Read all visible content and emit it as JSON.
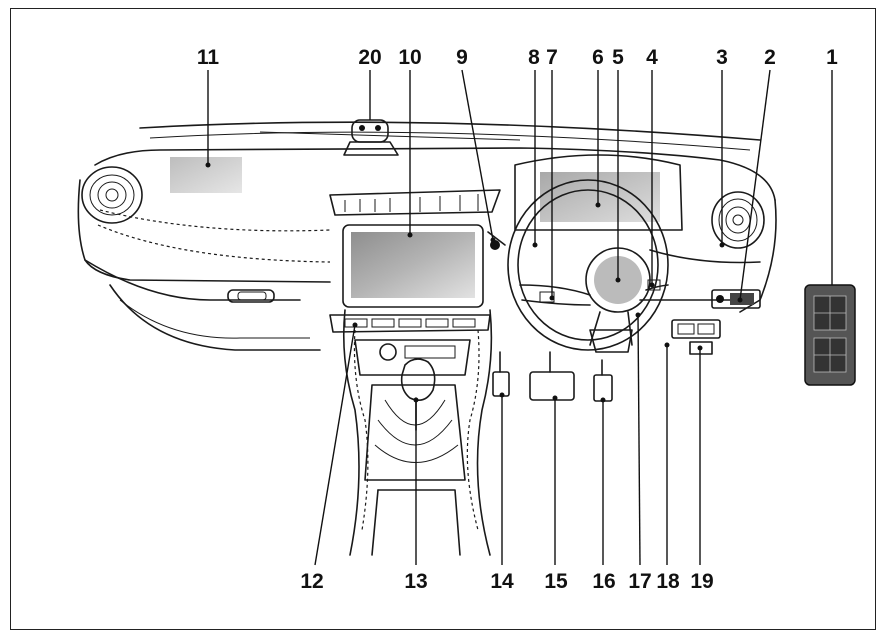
{
  "callouts": [
    {
      "id": "c1",
      "label": "1"
    },
    {
      "id": "c2",
      "label": "2"
    },
    {
      "id": "c3",
      "label": "3"
    },
    {
      "id": "c4",
      "label": "4"
    },
    {
      "id": "c5",
      "label": "5"
    },
    {
      "id": "c6",
      "label": "6"
    },
    {
      "id": "c7",
      "label": "7"
    },
    {
      "id": "c8",
      "label": "8"
    },
    {
      "id": "c9",
      "label": "9"
    },
    {
      "id": "c10",
      "label": "10"
    },
    {
      "id": "c11",
      "label": "11"
    },
    {
      "id": "c12",
      "label": "12"
    },
    {
      "id": "c13",
      "label": "13"
    },
    {
      "id": "c14",
      "label": "14"
    },
    {
      "id": "c15",
      "label": "15"
    },
    {
      "id": "c16",
      "label": "16"
    },
    {
      "id": "c17",
      "label": "17"
    },
    {
      "id": "c18",
      "label": "18"
    },
    {
      "id": "c19",
      "label": "19"
    },
    {
      "id": "c20",
      "label": "20"
    }
  ],
  "colors": {
    "line": "#1a1a1a",
    "shade": "#c8c8c8",
    "screen_dark": "#9a9a9a",
    "screen_light": "#dcdcdc"
  }
}
